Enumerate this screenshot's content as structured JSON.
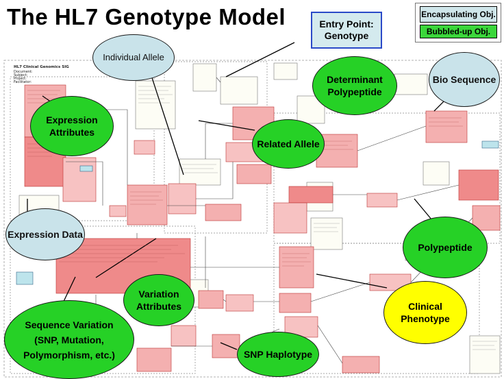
{
  "title": "The HL7 Genotype Model",
  "legend": {
    "encapsulating": "Encapsulating Obj.",
    "bubbled_up": "Bubbled-up Obj."
  },
  "entry_point": "Entry Point: Genotype",
  "callouts": {
    "individual_allele": "Individual Allele",
    "expression_attributes": "Expression Attributes",
    "expression_data": "Expression Data",
    "related_allele": "Related Allele",
    "determinant_polypeptide": "Determinant Polypeptide",
    "bio_sequence": "Bio Sequence",
    "polypeptide": "Polypeptide",
    "variation_attributes": "Variation Attributes",
    "sequence_variation": "Sequence Variation (SNP, Mutation, Polymorphism, etc.)",
    "snp_haplotype": "SNP Haplotype",
    "clinical_phenotype": "Clinical Phenotype"
  },
  "document_header": {
    "heading": "HL7 Clinical Genomics SIG",
    "line1": "Document:",
    "line2": "Subject:",
    "line3": "Project:",
    "line4": "Facilitator:"
  },
  "colors": {
    "encapsulating": "#cfe6ea",
    "bubbled_up": "#3bd63b",
    "entry_border": "#2a49c8",
    "green_callout": "#26d126",
    "blue_callout": "#c9e3ea",
    "yellow_callout": "#ffff00",
    "class_pink": "#f4b0b0",
    "class_salmon": "#ef8a8a"
  }
}
